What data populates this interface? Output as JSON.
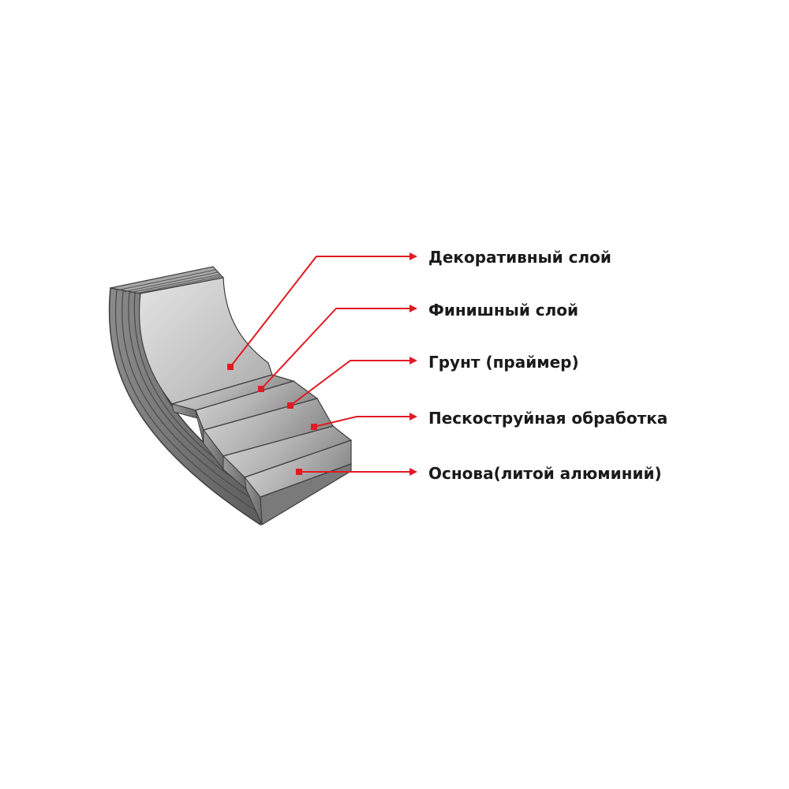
{
  "diagram": {
    "colors": {
      "arrow": "#e01b22",
      "label": "#1a1a1a",
      "layer_top_light": "#c9c9c9",
      "layer_top_dark": "#9a9a9a",
      "layer_side": "#6e6e6e",
      "layer_edge": "#3d3d3d"
    },
    "layers": [
      {
        "label": "Декоративный слой"
      },
      {
        "label": "Финишный слой"
      },
      {
        "label": "Грунт (праймер)"
      },
      {
        "label": "Пескоструйная обработка"
      },
      {
        "label": "Основа(литой алюминий)"
      }
    ]
  }
}
